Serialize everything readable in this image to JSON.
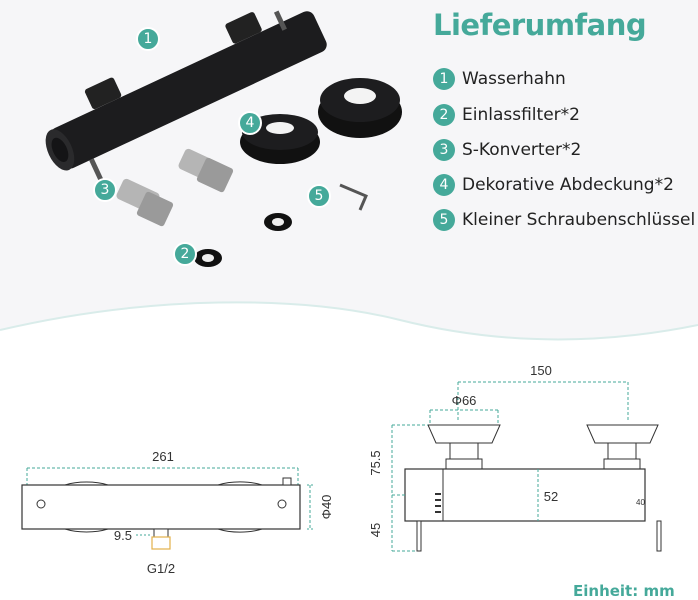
{
  "title": "Lieferumfang",
  "items": [
    {
      "num": "1",
      "label": "Wasserhahn"
    },
    {
      "num": "2",
      "label": "Einlassfilter*2"
    },
    {
      "num": "3",
      "label": "S-Konverter*2"
    },
    {
      "num": "4",
      "label": "Dekorative Abdeckung*2"
    },
    {
      "num": "5",
      "label": "Kleiner Schraubenschlüssel"
    }
  ],
  "photo_badges": [
    "1",
    "2",
    "3",
    "4",
    "5"
  ],
  "dimensions_left": {
    "width": "261",
    "diameter": "Φ40",
    "offset": "9.5",
    "thread": "G1/2"
  },
  "dimensions_right": {
    "spacing": "150",
    "cover_diameter": "Φ66",
    "height_top": "75.5",
    "height_bottom": "45",
    "body": "52",
    "knob_marks": "40"
  },
  "unit_label": "Einheit: mm",
  "accent_color": "#45a99a"
}
